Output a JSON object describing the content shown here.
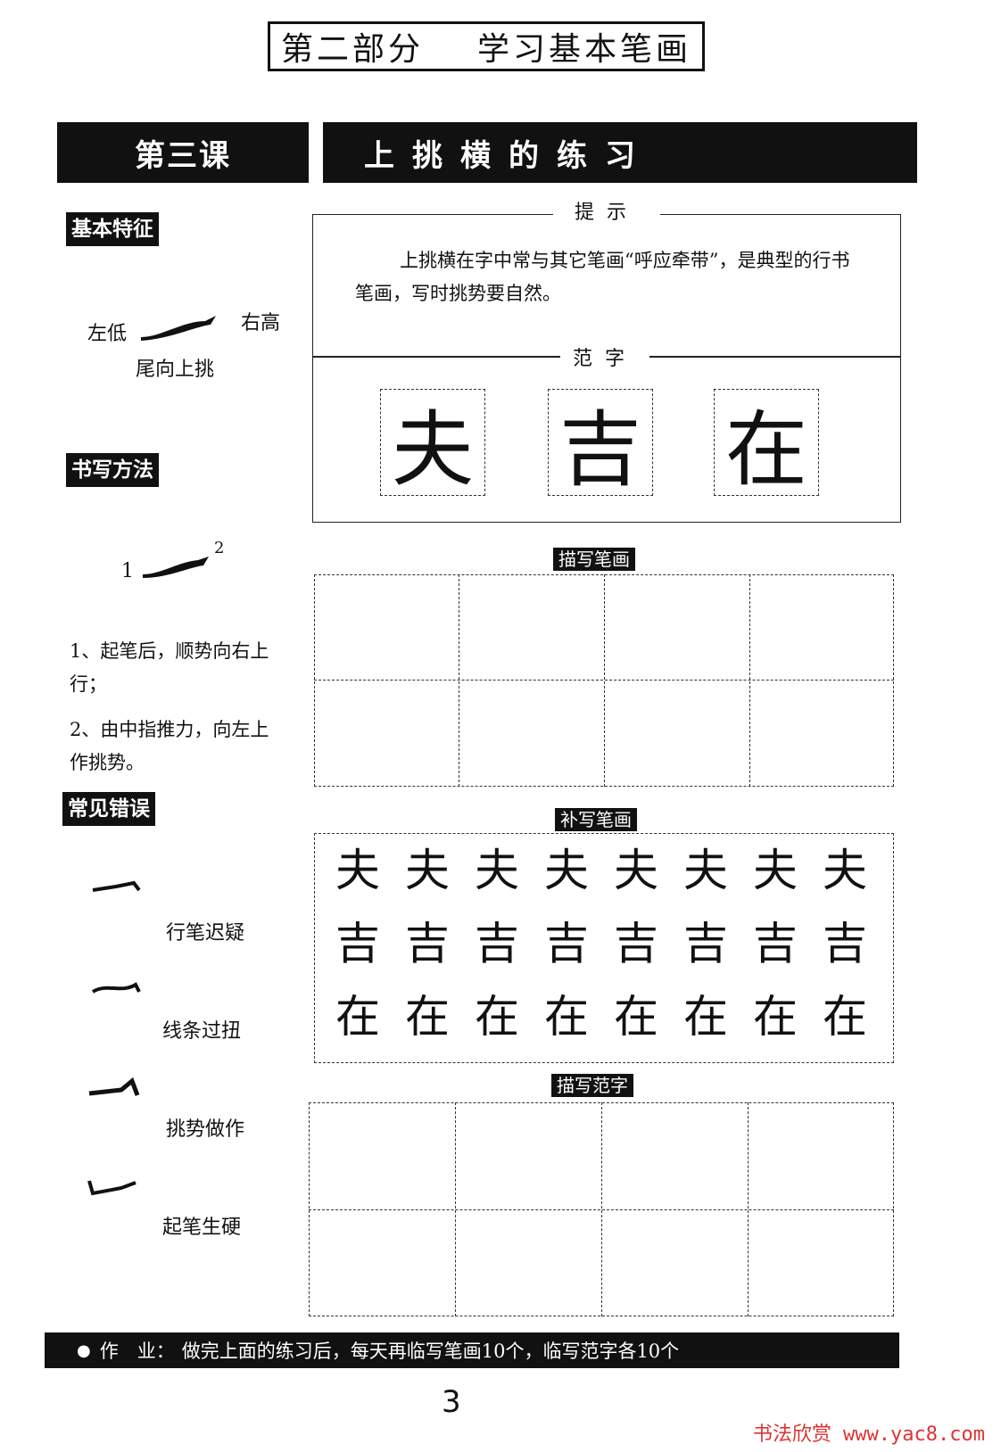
{
  "part": {
    "label": "第二部分",
    "title": "学习基本笔画"
  },
  "lesson": {
    "number": "第三课",
    "title": "上挑横的练习"
  },
  "sections": {
    "basic": "基本特征",
    "method": "书写方法",
    "errors": "常见错误"
  },
  "basic_feature": {
    "left": "左低",
    "right": "右高",
    "tail": "尾向上挑"
  },
  "method": {
    "stroke_order": [
      "1",
      "2"
    ],
    "steps": [
      "1、起笔后，顺势向右上行；",
      "2、由中指推力，向左上作挑势。"
    ]
  },
  "errors": [
    "行笔迟疑",
    "线条过扭",
    "挑势做作",
    "起笔生硬"
  ],
  "hint": {
    "label": "提示",
    "text": "上挑横在字中常与其它笔画“呼应牵带”，是典型的行书笔画，写时挑势要自然。"
  },
  "sample": {
    "label": "范字",
    "chars": [
      "夫",
      "吉",
      "在"
    ]
  },
  "practice": {
    "trace_stroke": "描写笔画",
    "complete_stroke": "补写笔画",
    "trace_chars": "描写范字",
    "rows": [
      [
        "夫",
        "夫",
        "夫",
        "夫",
        "夫",
        "夫",
        "夫",
        "夫"
      ],
      [
        "吉",
        "吉",
        "吉",
        "吉",
        "吉",
        "吉",
        "吉",
        "吉"
      ],
      [
        "在",
        "在",
        "在",
        "在",
        "在",
        "在",
        "在",
        "在"
      ]
    ]
  },
  "homework": {
    "label": "作　业：",
    "text": "做完上面的练习后，每天再临写笔画10个，临写范字各10个"
  },
  "page_number": "3",
  "watermark": "书法欣赏 www.yac8.com"
}
